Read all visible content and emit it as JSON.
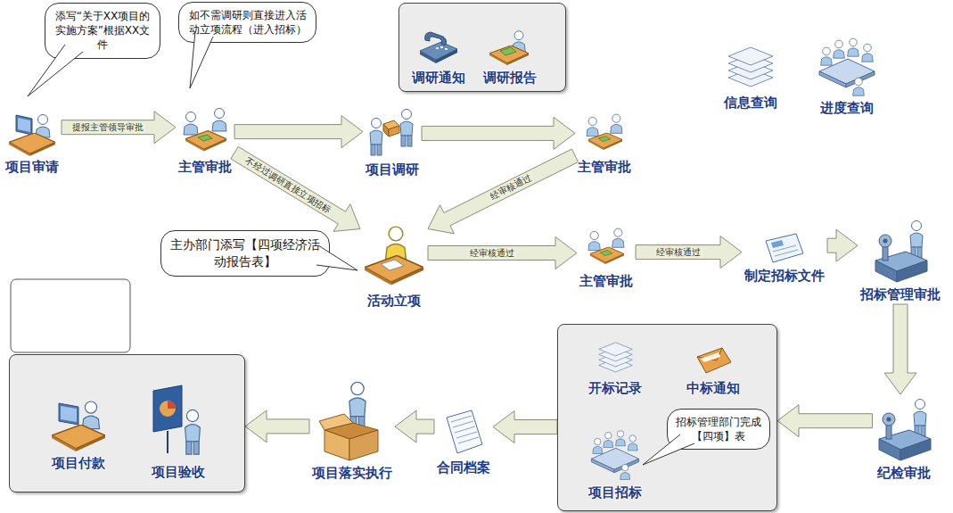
{
  "diagram": {
    "nodes": [
      {
        "text": [
          "项目审请"
        ]
      },
      {
        "text": [
          "添写“关于XX项目的实施方案”根据XX文件"
        ]
      },
      {
        "text": [
          "主管审批"
        ]
      },
      {
        "text": [
          "如不需调研则直接进入活动立项流程（进入招标）"
        ]
      },
      {
        "text": []
      },
      {
        "text": [
          "调研通知"
        ],
        "in": 4
      },
      {
        "text": [
          "调研报告"
        ],
        "in": 4
      },
      {
        "text": [
          "项目调研"
        ]
      },
      {
        "text": [
          "主管审批"
        ]
      },
      {
        "text": [
          "信息查询"
        ]
      },
      {
        "text": [
          "进度查询"
        ]
      },
      {
        "text": [
          "主办部门添写【四项经济活动报告表】"
        ]
      },
      {
        "text": [
          "活动立项"
        ]
      },
      {
        "text": [
          "主管审批"
        ]
      },
      {
        "text": [
          "制定招标文件"
        ]
      },
      {
        "text": [
          "招标管理审批"
        ]
      },
      {
        "text": []
      },
      {
        "text": [
          "项目付款"
        ],
        "in": 16
      },
      {
        "text": [
          "项目验收"
        ],
        "in": 16
      },
      {
        "text": [
          "项目落实执行"
        ]
      },
      {
        "text": [
          "合同档案"
        ]
      },
      {
        "text": []
      },
      {
        "text": [
          "开标记录"
        ],
        "in": 21
      },
      {
        "text": [
          "中标通知"
        ],
        "in": 21
      },
      {
        "text": [
          "项目招标"
        ],
        "in": 21
      },
      {
        "text": [
          "招标管理部门完成【四项】表"
        ],
        "in": 21
      },
      {
        "text": [
          "纪检审批"
        ]
      }
    ],
    "edges": [
      {
        "from": 0,
        "to": 2,
        "label": "提报主管领导审批",
        "arrow": "to"
      },
      {
        "from": 2,
        "to": 7,
        "arrow": "to"
      },
      {
        "from": 2,
        "to": 12,
        "label": "不经过调研直接立项招标",
        "arrow": "to"
      },
      {
        "from": 7,
        "to": 8,
        "arrow": "to"
      },
      {
        "from": 8,
        "to": 12,
        "label": "经审核通过",
        "arrow": "to"
      },
      {
        "from": 12,
        "to": 13,
        "label": "经审核通过",
        "arrow": "to"
      },
      {
        "from": 13,
        "to": 14,
        "label": "经审核通过",
        "arrow": "to"
      },
      {
        "from": 14,
        "to": 15,
        "arrow": "to"
      },
      {
        "from": 15,
        "to": 26,
        "arrow": "to"
      },
      {
        "from": 26,
        "to": 21,
        "arrow": "to"
      },
      {
        "from": 21,
        "to": 20,
        "arrow": "to"
      },
      {
        "from": 20,
        "to": 19,
        "arrow": "to"
      },
      {
        "from": 19,
        "to": 16,
        "arrow": "to"
      }
    ]
  }
}
